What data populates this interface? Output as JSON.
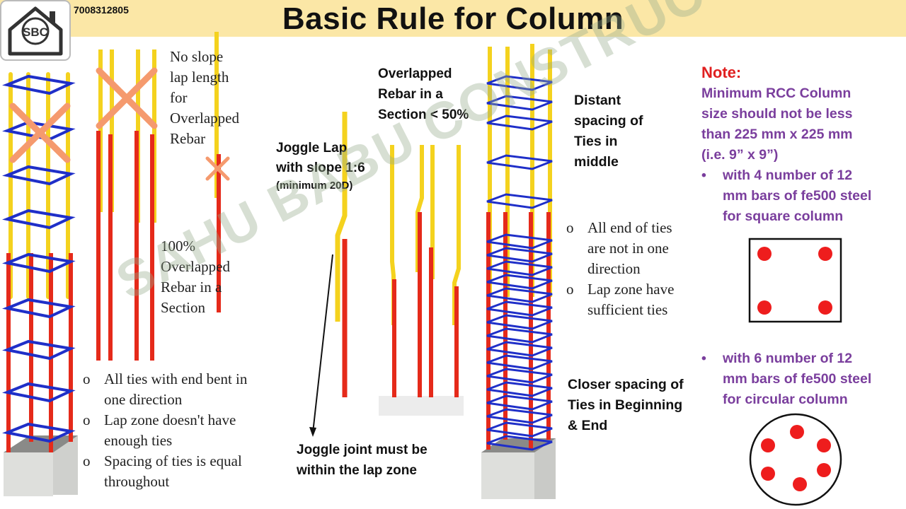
{
  "header": {
    "title": "Basic Rule for Column",
    "phone": "7008312805",
    "logo_text": "SBC"
  },
  "colors": {
    "header_bg": "#fbe7a6",
    "tie_blue": "#1f2fc8",
    "lap_yellow": "#f4d21e",
    "rebar_red": "#e52a1a",
    "note_red": "#e02020",
    "note_purple": "#7a3e9d",
    "cross_orange": "#f59a6e"
  },
  "wrong_column": {
    "callout_no_slope": [
      "No slope",
      "lap length",
      "for",
      "Overlapped",
      "Rebar"
    ],
    "callout_overlap": [
      "100%",
      "Overlapped",
      "Rebar in a",
      "Section"
    ],
    "bullets": [
      [
        "All ties with end bent in",
        "one direction"
      ],
      [
        "Lap zone doesn't have",
        "enough ties"
      ],
      [
        "Spacing of ties is equal",
        "throughout"
      ]
    ]
  },
  "joggle": {
    "label_line1": "Joggle Lap",
    "label_line2": "with slope 1:6",
    "label_line3": "(minimum 20D)",
    "overlap_label": [
      "Overlapped",
      "Rebar in a",
      "Section < 50%"
    ],
    "joint_note": [
      "Joggle joint must be",
      "within the lap zone"
    ]
  },
  "right_column": {
    "distant": [
      "Distant",
      "spacing of",
      "Ties in",
      "middle"
    ],
    "bullets": [
      [
        "All end of ties",
        "are not in one",
        "direction"
      ],
      [
        "Lap zone have",
        "sufficient ties"
      ]
    ],
    "closer": [
      "Closer spacing of",
      "Ties in Beginning",
      "& End"
    ]
  },
  "note": {
    "title": "Note:",
    "lines": [
      "Minimum RCC Column",
      "size should not be less",
      "than 225 mm x 225 mm",
      "(i.e. 9” x 9”)"
    ],
    "square": [
      "with 4 number of 12",
      "mm bars of fe500 steel",
      "for square column"
    ],
    "circular": [
      "with 6 number of 12",
      "mm bars of fe500 steel",
      "for circular column"
    ]
  },
  "watermark": "SAHU BABU CONSTRUCTION"
}
